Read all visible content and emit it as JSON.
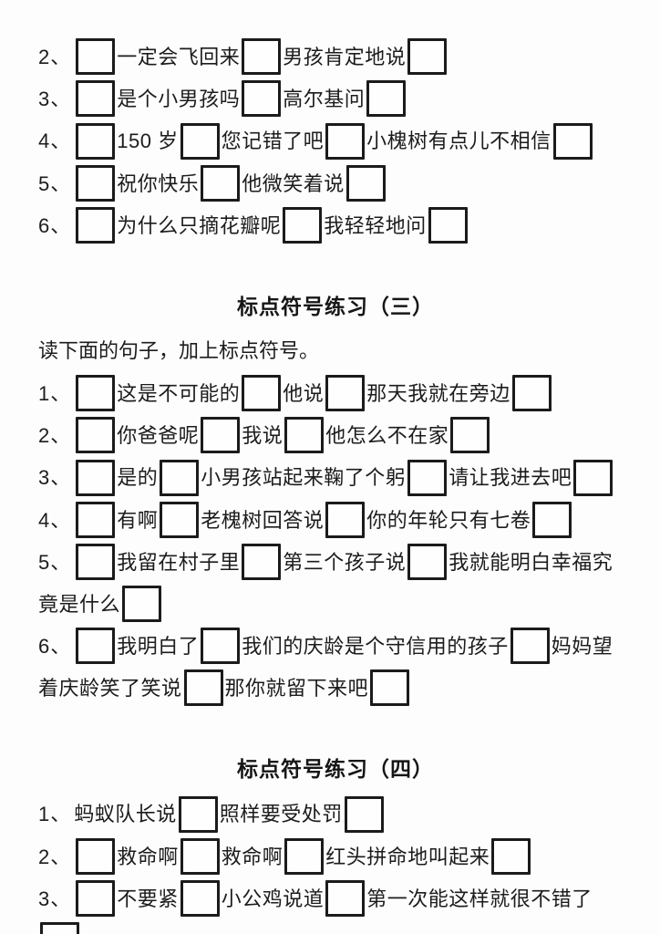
{
  "page": {
    "background_color": "#fdfdfd",
    "ink_color": "#1c1c1c"
  },
  "sections": [
    {
      "title": null,
      "intro": null,
      "items": [
        {
          "num": "2、",
          "tokens": [
            {
              "type": "box"
            },
            {
              "type": "text",
              "value": "一定会飞回来"
            },
            {
              "type": "box"
            },
            {
              "type": "text",
              "value": "男孩肯定地说"
            },
            {
              "type": "box"
            }
          ]
        },
        {
          "num": "3、",
          "tokens": [
            {
              "type": "box"
            },
            {
              "type": "text",
              "value": "是个小男孩吗"
            },
            {
              "type": "box"
            },
            {
              "type": "text",
              "value": "高尔基问"
            },
            {
              "type": "box"
            }
          ]
        },
        {
          "num": "4、",
          "tokens": [
            {
              "type": "box"
            },
            {
              "type": "text",
              "value": "150 岁"
            },
            {
              "type": "box"
            },
            {
              "type": "text",
              "value": "您记错了吧"
            },
            {
              "type": "box"
            },
            {
              "type": "text",
              "value": "小槐树有点儿不相信"
            },
            {
              "type": "box"
            }
          ]
        },
        {
          "num": "5、",
          "tokens": [
            {
              "type": "box"
            },
            {
              "type": "text",
              "value": "祝你快乐"
            },
            {
              "type": "box"
            },
            {
              "type": "text",
              "value": "他微笑着说"
            },
            {
              "type": "box"
            }
          ]
        },
        {
          "num": "6、",
          "tokens": [
            {
              "type": "box"
            },
            {
              "type": "text",
              "value": "为什么只摘花瓣呢"
            },
            {
              "type": "box"
            },
            {
              "type": "text",
              "value": "我轻轻地问"
            },
            {
              "type": "box"
            }
          ]
        }
      ]
    },
    {
      "title": "标点符号练习（三）",
      "intro": "读下面的句子，加上标点符号。",
      "items": [
        {
          "num": "1、",
          "tokens": [
            {
              "type": "box"
            },
            {
              "type": "text",
              "value": "这是不可能的"
            },
            {
              "type": "box"
            },
            {
              "type": "text",
              "value": "他说"
            },
            {
              "type": "box"
            },
            {
              "type": "text",
              "value": "那天我就在旁边"
            },
            {
              "type": "box"
            }
          ]
        },
        {
          "num": "2、",
          "tokens": [
            {
              "type": "box"
            },
            {
              "type": "text",
              "value": "你爸爸呢"
            },
            {
              "type": "box"
            },
            {
              "type": "text",
              "value": "我说"
            },
            {
              "type": "box"
            },
            {
              "type": "text",
              "value": "他怎么不在家"
            },
            {
              "type": "box"
            }
          ]
        },
        {
          "num": "3、",
          "tokens": [
            {
              "type": "box"
            },
            {
              "type": "text",
              "value": "是的"
            },
            {
              "type": "box"
            },
            {
              "type": "text",
              "value": "小男孩站起来鞠了个躬"
            },
            {
              "type": "box"
            },
            {
              "type": "text",
              "value": "请让我进去吧"
            },
            {
              "type": "box"
            }
          ]
        },
        {
          "num": "4、",
          "tokens": [
            {
              "type": "box"
            },
            {
              "type": "text",
              "value": "有啊"
            },
            {
              "type": "box"
            },
            {
              "type": "text",
              "value": "老槐树回答说"
            },
            {
              "type": "box"
            },
            {
              "type": "text",
              "value": "你的年轮只有七卷"
            },
            {
              "type": "box"
            }
          ]
        },
        {
          "num": "5、",
          "tokens": [
            {
              "type": "box"
            },
            {
              "type": "text",
              "value": "我留在村子里"
            },
            {
              "type": "box"
            },
            {
              "type": "text",
              "value": "第三个孩子说"
            },
            {
              "type": "box"
            },
            {
              "type": "text",
              "value": "我就能明白幸福究竟是什么"
            },
            {
              "type": "box"
            }
          ]
        },
        {
          "num": "6、",
          "tokens": [
            {
              "type": "box"
            },
            {
              "type": "text",
              "value": "我明白了"
            },
            {
              "type": "box"
            },
            {
              "type": "text",
              "value": "我们的庆龄是个守信用的孩子"
            },
            {
              "type": "box"
            },
            {
              "type": "text",
              "value": "妈妈望着庆龄笑了笑说"
            },
            {
              "type": "box"
            },
            {
              "type": "text",
              "value": "那你就留下来吧"
            },
            {
              "type": "box"
            }
          ]
        }
      ]
    },
    {
      "title": "标点符号练习（四）",
      "intro": null,
      "items": [
        {
          "num": "1、",
          "tokens": [
            {
              "type": "text",
              "value": "蚂蚁队长说"
            },
            {
              "type": "box"
            },
            {
              "type": "text",
              "value": "照样要受处罚"
            },
            {
              "type": "box"
            }
          ]
        },
        {
          "num": "2、",
          "tokens": [
            {
              "type": "box"
            },
            {
              "type": "text",
              "value": "救命啊"
            },
            {
              "type": "box"
            },
            {
              "type": "text",
              "value": "救命啊"
            },
            {
              "type": "box"
            },
            {
              "type": "text",
              "value": "红头拼命地叫起来"
            },
            {
              "type": "box"
            }
          ]
        },
        {
          "num": "3、",
          "tokens": [
            {
              "type": "box"
            },
            {
              "type": "text",
              "value": "不要紧"
            },
            {
              "type": "box"
            },
            {
              "type": "text",
              "value": "小公鸡说道"
            },
            {
              "type": "box"
            },
            {
              "type": "text",
              "value": "第一次能这样就很不错了"
            },
            {
              "type": "box"
            }
          ]
        }
      ]
    }
  ]
}
